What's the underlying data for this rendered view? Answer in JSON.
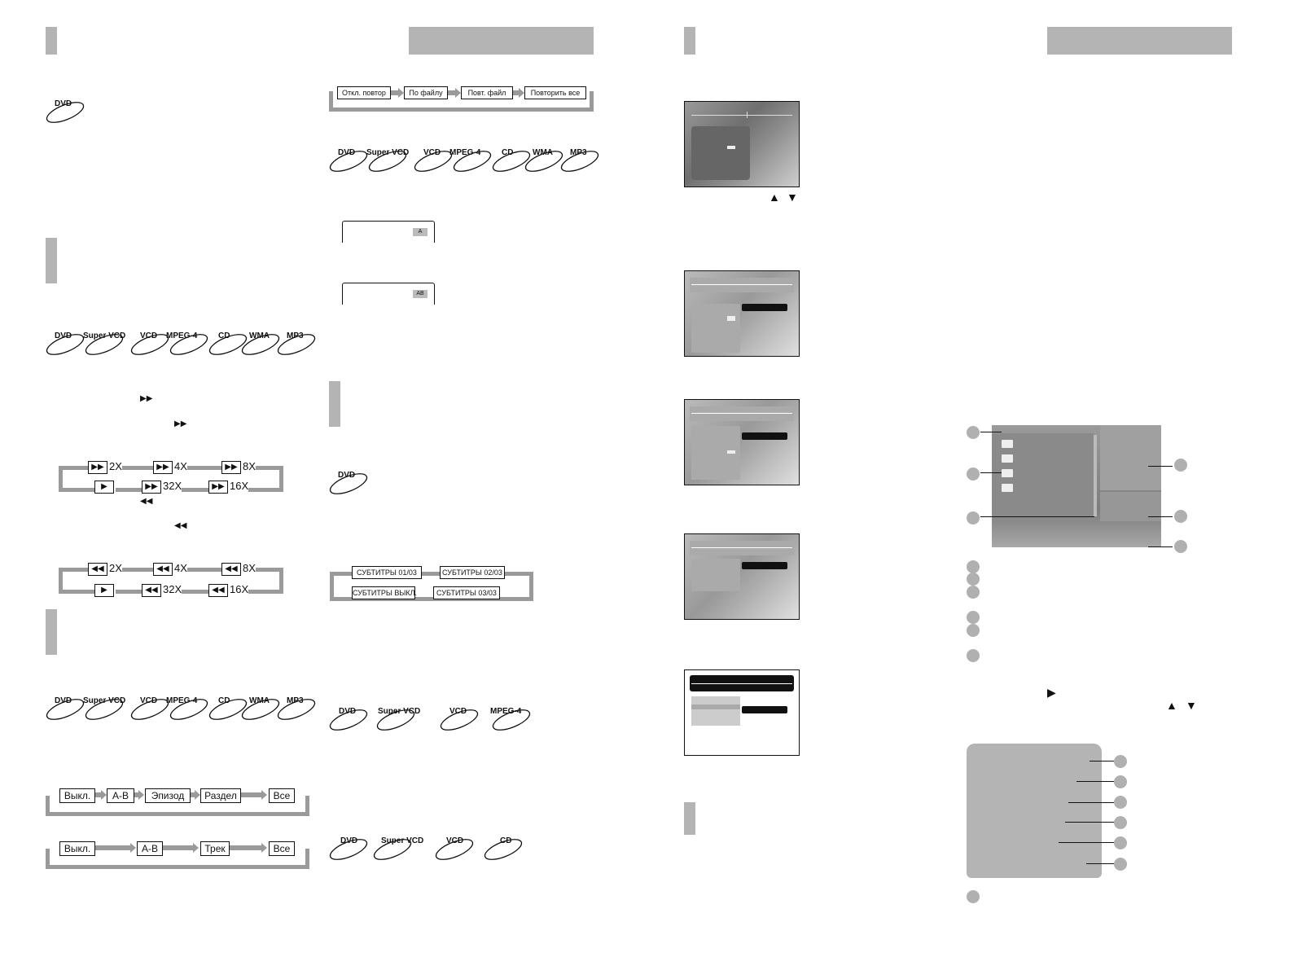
{
  "colors": {
    "header_bar": "#b4b4b4",
    "loop_arrow": "#9a9a9a",
    "circle_marker": "#b0b0b0"
  },
  "discs": {
    "dvd": "DVD",
    "svcd": "Super VCD",
    "vcd": "VCD",
    "mpeg4": "MPEG-4",
    "cd": "CD",
    "wma": "WMA",
    "mp3": "MP3"
  },
  "repeat_file_seq": [
    "Откл. повтор",
    "По файлу",
    "Повт. файл",
    "Повторить все"
  ],
  "ff_seq": {
    "top": [
      "2X",
      "4X",
      "8X"
    ],
    "bottom": [
      "32X",
      "16X"
    ]
  },
  "rew_seq": {
    "top": [
      "2X",
      "4X",
      "8X"
    ],
    "bottom": [
      "32X",
      "16X"
    ]
  },
  "subtitle_seq": {
    "top": [
      "СУБТИТРЫ 01/03",
      "СУБТИТРЫ 02/03"
    ],
    "bottom": [
      "СУБТИТРЫ ВЫКЛ.",
      "СУБТИТРЫ 03/03"
    ]
  },
  "repeat_dvd_seq": [
    "Выкл.",
    "A-B",
    "Эпизод",
    "Раздел",
    "Все"
  ],
  "repeat_cd_seq": [
    "Выкл.",
    "A-B",
    "Трек",
    "Все"
  ],
  "ab_markers": {
    "a": "A",
    "ab": "AB"
  },
  "icons": {
    "ff": "fast-forward-icon",
    "rew": "rewind-icon",
    "play": "play-icon",
    "up": "up-triangle-icon",
    "down": "down-triangle-icon",
    "folder": "folder-icon"
  }
}
